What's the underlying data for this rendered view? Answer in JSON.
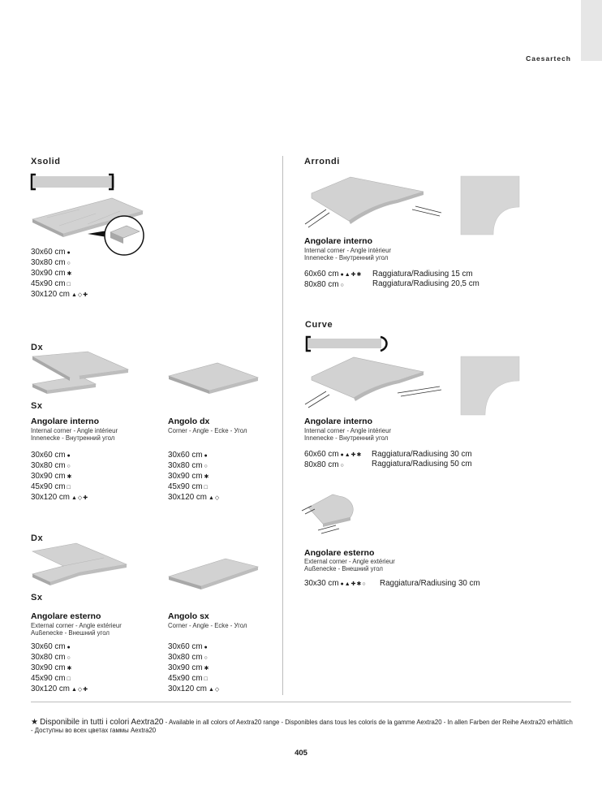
{
  "header": {
    "brand": "Caesartech"
  },
  "left": {
    "xsolid": {
      "title": "Xsolid",
      "sizes": [
        {
          "size": "30x60 cm",
          "sym": "●"
        },
        {
          "size": "30x80 cm",
          "sym": "○"
        },
        {
          "size": "30x90 cm",
          "sym": "✱"
        },
        {
          "size": "45x90 cm",
          "sym": "□"
        },
        {
          "size": "30x120 cm",
          "sym": "▲◇✚"
        }
      ]
    },
    "interno": {
      "label_dx": "Dx",
      "label_sx": "Sx",
      "title": "Angolare interno",
      "sub1": "Internal corner - Angle intérieur",
      "sub2": "Innenecke - Внутренний угол",
      "sizes": [
        {
          "size": "30x60 cm",
          "sym": "●"
        },
        {
          "size": "30x80 cm",
          "sym": "○"
        },
        {
          "size": "30x90 cm",
          "sym": "✱"
        },
        {
          "size": "45x90 cm",
          "sym": "□"
        },
        {
          "size": "30x120 cm",
          "sym": "▲◇✚"
        }
      ]
    },
    "angolo_dx": {
      "title": "Angolo dx",
      "sub1": "Corner - Angle - Ecke - Угол",
      "sizes": [
        {
          "size": "30x60 cm",
          "sym": "●"
        },
        {
          "size": "30x80 cm",
          "sym": "○"
        },
        {
          "size": "30x90 cm",
          "sym": "✱"
        },
        {
          "size": "45x90 cm",
          "sym": "□"
        },
        {
          "size": "30x120 cm",
          "sym": "▲◇"
        }
      ]
    },
    "esterno": {
      "label_dx": "Dx",
      "label_sx": "Sx",
      "title": "Angolare esterno",
      "sub1": "External corner - Angle extérieur",
      "sub2": "Außenecke - Внешний угол",
      "sizes": [
        {
          "size": "30x60 cm",
          "sym": "●"
        },
        {
          "size": "30x80 cm",
          "sym": "○"
        },
        {
          "size": "30x90 cm",
          "sym": "✱"
        },
        {
          "size": "45x90 cm",
          "sym": "□"
        },
        {
          "size": "30x120 cm",
          "sym": "▲◇✚"
        }
      ]
    },
    "angolo_sx": {
      "title": "Angolo sx",
      "sub1": "Corner - Angle - Ecke - Угол",
      "sizes": [
        {
          "size": "30x60 cm",
          "sym": "●"
        },
        {
          "size": "30x80 cm",
          "sym": "○"
        },
        {
          "size": "30x90 cm",
          "sym": "✱"
        },
        {
          "size": "45x90 cm",
          "sym": "□"
        },
        {
          "size": "30x120 cm",
          "sym": "▲◇"
        }
      ]
    }
  },
  "right": {
    "arrondi": {
      "title": "Arrondi",
      "prod_title": "Angolare interno",
      "sub1": "Internal corner - Angle intérieur",
      "sub2": "Innenecke - Внутренний угол",
      "rows": [
        {
          "size": "60x60 cm",
          "sym": "●▲✚✱",
          "radius": "Raggiatura/Radiusing 15 cm"
        },
        {
          "size": "80x80 cm",
          "sym": "○",
          "radius": "Raggiatura/Radiusing 20,5 cm"
        }
      ]
    },
    "curve": {
      "title": "Curve",
      "prod_title": "Angolare interno",
      "sub1": "Internal corner - Angle intérieur",
      "sub2": "Innenecke - Внутренний угол",
      "rows": [
        {
          "size": "60x60 cm",
          "sym": "●▲✚✱",
          "radius": "Raggiatura/Radiusing 30 cm"
        },
        {
          "size": "80x80 cm",
          "sym": "○",
          "radius": "Raggiatura/Radiusing 50 cm"
        }
      ]
    },
    "esterno": {
      "prod_title": "Angolare esterno",
      "sub1": "External corner - Angle extérieur",
      "sub2": "Außenecke - Внешний угол",
      "rows": [
        {
          "size": "30x30 cm",
          "sym": "●▲✚✱○",
          "radius": "Raggiatura/Radiusing 30 cm"
        }
      ]
    }
  },
  "footer": {
    "note_main": "Disponibile in tutti i colori Aextra20",
    "note_rest": " - Available in all colors of Aextra20 range - Disponibles dans tous les coloris de la gamme Aextra20 - In allen Farben der Reihe Aextra20 erhältlich - Доступны во всех цветах гаммы Aextra20",
    "page": "405"
  },
  "colors": {
    "tile": "#cfcfcf",
    "tile_edge": "#a8a8a8",
    "rule": "#bdbdbd",
    "tab": "#e6e6e6"
  }
}
